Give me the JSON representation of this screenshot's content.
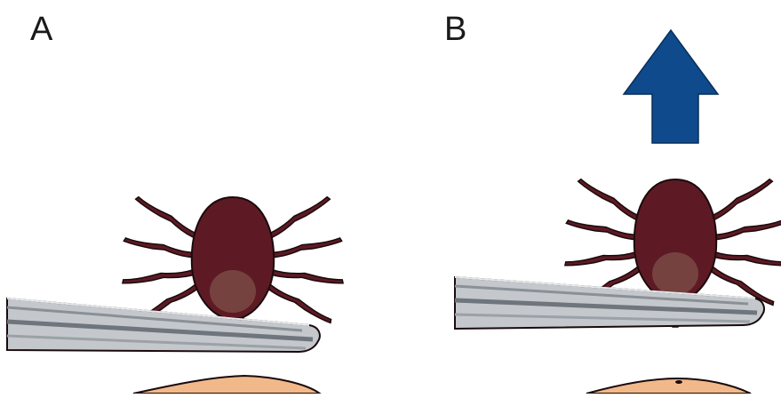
{
  "panels": [
    {
      "label": "A"
    },
    {
      "label": "B"
    }
  ],
  "colors": {
    "tick_body": "#5e1a24",
    "tick_highlight": "#7a4a44",
    "tick_outline": "#1a0a0c",
    "skin": "#f1b98a",
    "tweezer_light": "#c4c8cc",
    "tweezer_dark": "#6f757c",
    "arrow": "#0e4a8c"
  },
  "icons": {
    "arrow": "up-arrow-icon",
    "tool": "tweezers",
    "subject": "tick"
  }
}
